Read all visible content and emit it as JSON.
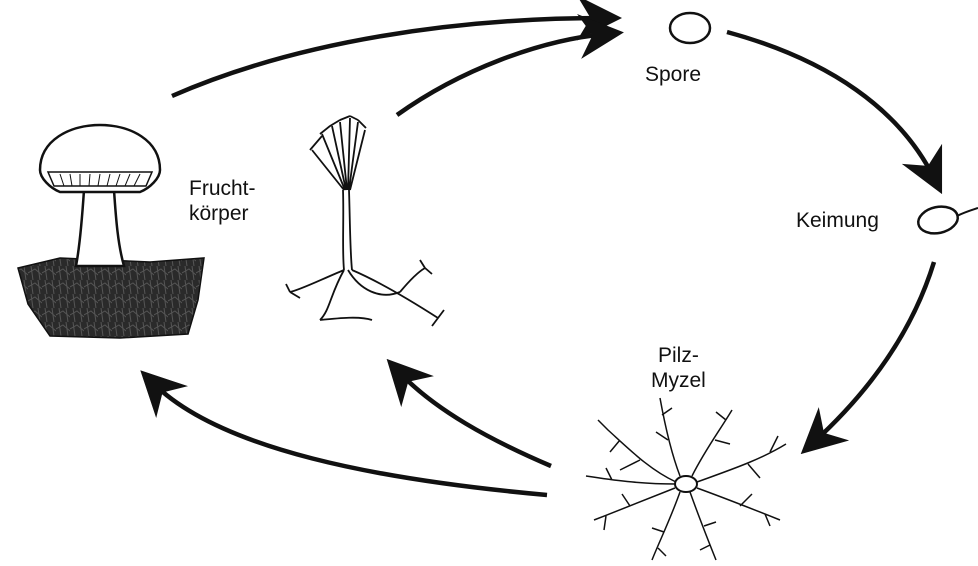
{
  "labels": {
    "spore": "Spore",
    "keimung": "Keimung",
    "fruchtkoerper_line1": "Frucht-",
    "fruchtkoerper_line2": "körper",
    "myzel_line1": "Pilz-",
    "myzel_line2": "Myzel"
  }
}
